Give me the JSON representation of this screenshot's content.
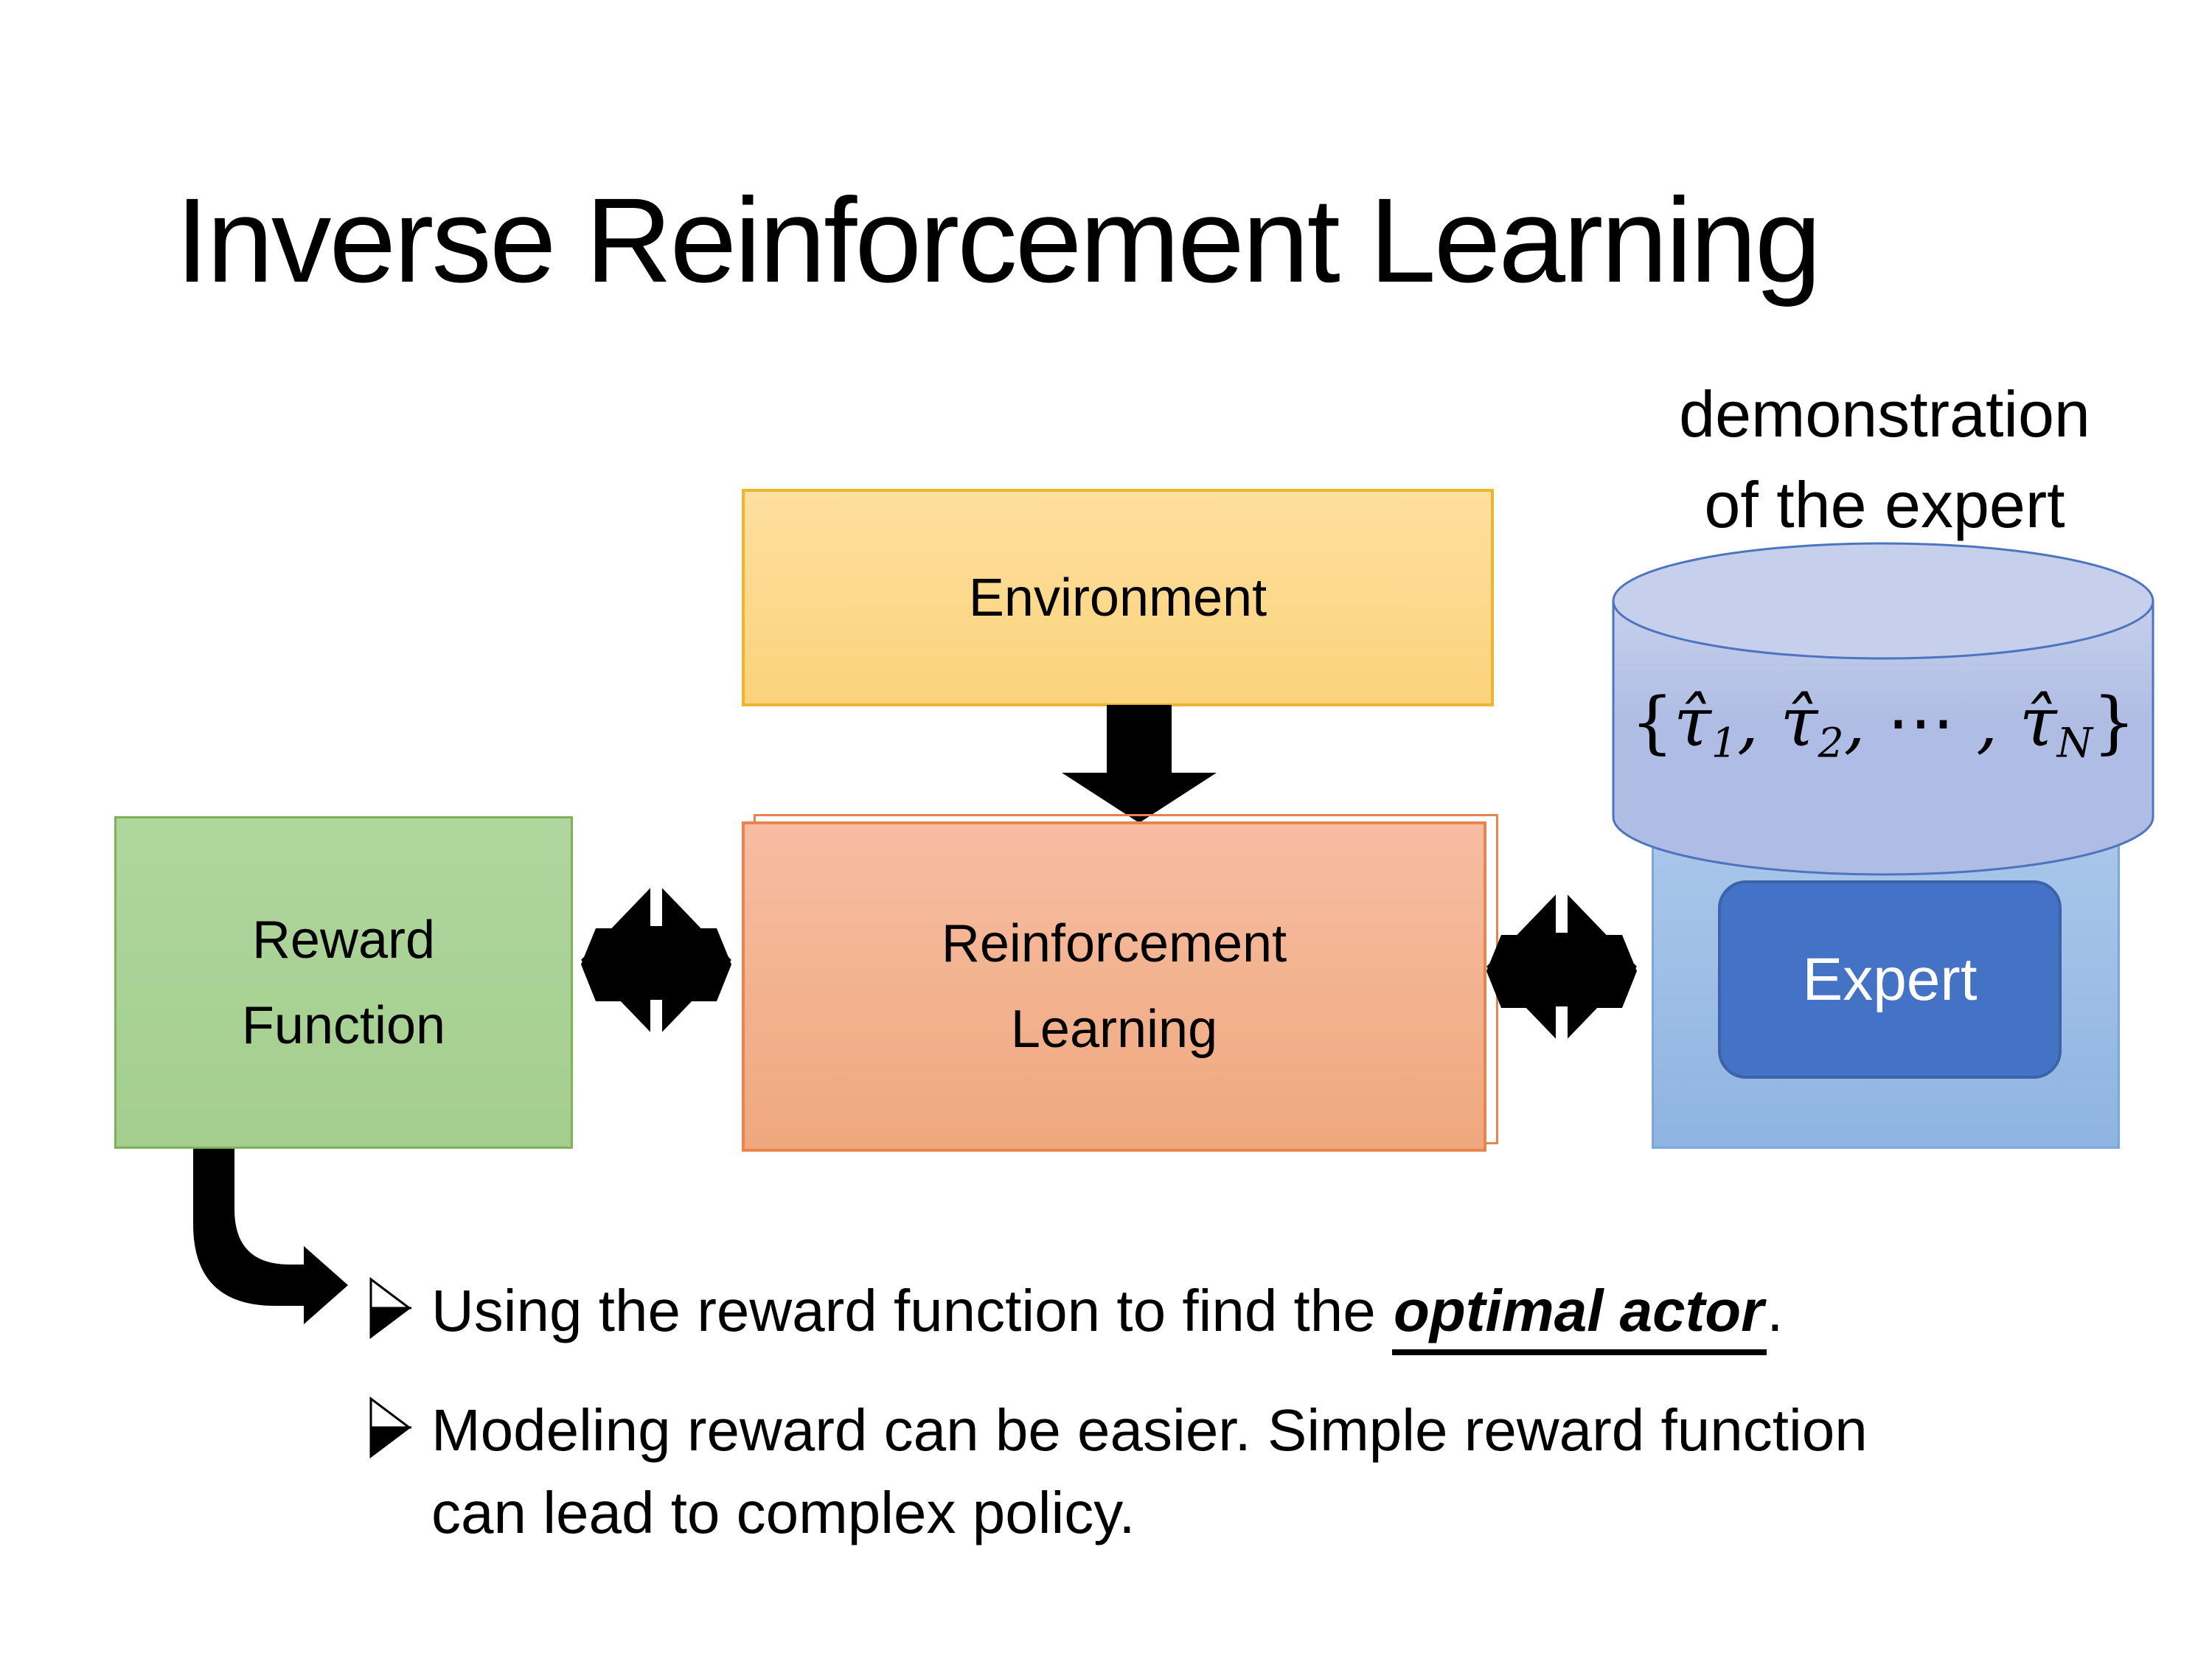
{
  "slide": {
    "title": "Inverse Reinforcement Learning"
  },
  "diagram": {
    "environment": {
      "label": "Environment"
    },
    "reward_function": {
      "label_line1": "Reward",
      "label_line2": "Function"
    },
    "reinforcement_learning": {
      "label_line1": "Reinforcement",
      "label_line2": "Learning"
    },
    "expert": {
      "label": "Expert"
    },
    "demonstration_caption": {
      "line1": "demonstration",
      "line2": "of the expert"
    },
    "formula": {
      "lbrace": "{",
      "tau_hat": "τ̂",
      "sub1": "1",
      "sep1": ", ",
      "sub2": "2",
      "sep2": ", ",
      "dots": "⋯",
      "sep3": " , ",
      "subN": "N",
      "rbrace": "}"
    }
  },
  "bullets": {
    "item1": {
      "prefix": "Using the reward function to find the ",
      "emphasis": "optimal actor",
      "suffix": "."
    },
    "item2": {
      "text": "Modeling reward can be easier. Simple reward function can lead to complex policy."
    }
  },
  "colors": {
    "environment_fill_top": "#FFDF9F",
    "environment_fill_bottom": "#FBD37B",
    "environment_border": "#EDB52F",
    "rl_fill_top": "#F6BDA2",
    "rl_fill_bottom": "#EFA87D",
    "rl_border": "#E8854F",
    "reward_fill_top": "#AFD69D",
    "reward_fill_bottom": "#A4CE8E",
    "reward_border": "#7DB25A",
    "expert_bg_fill_top": "#A9C7EA",
    "expert_bg_fill_bottom": "#8FB4E1",
    "expert_bg_border": "#7BA7D9",
    "cylinder_fill": "#AFBCE3",
    "cylinder_fill_light": "#C6D0EC",
    "cylinder_border": "#4D74BE",
    "expert_fill": "#4472C4",
    "expert_border": "#3A63AB",
    "expert_text": "#FFFFFF",
    "arrow_color": "#000000",
    "text_color": "#000000"
  }
}
